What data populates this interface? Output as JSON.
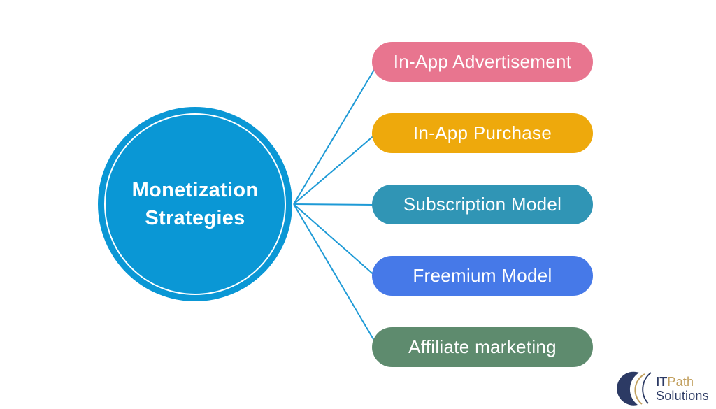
{
  "diagram": {
    "center": {
      "label_line1": "Monetization",
      "label_line2": "Strategies",
      "color": "#0A97D5",
      "text_color": "#FFFFFF"
    },
    "connector_color": "#1E9AD6",
    "nodes": [
      {
        "label": "In-App Advertisement",
        "color": "#E8758F"
      },
      {
        "label": "In-App Purchase",
        "color": "#EEA90C"
      },
      {
        "label": "Subscription Model",
        "color": "#3095B5"
      },
      {
        "label": "Freemium Model",
        "color": "#4679E8"
      },
      {
        "label": "Affiliate marketing",
        "color": "#5E8B6E"
      }
    ]
  },
  "logo": {
    "brand_part1": "IT",
    "brand_part2": "Path",
    "brand_part3": "Solutions",
    "navy": "#2C3A64",
    "gold": "#C2A05F"
  }
}
